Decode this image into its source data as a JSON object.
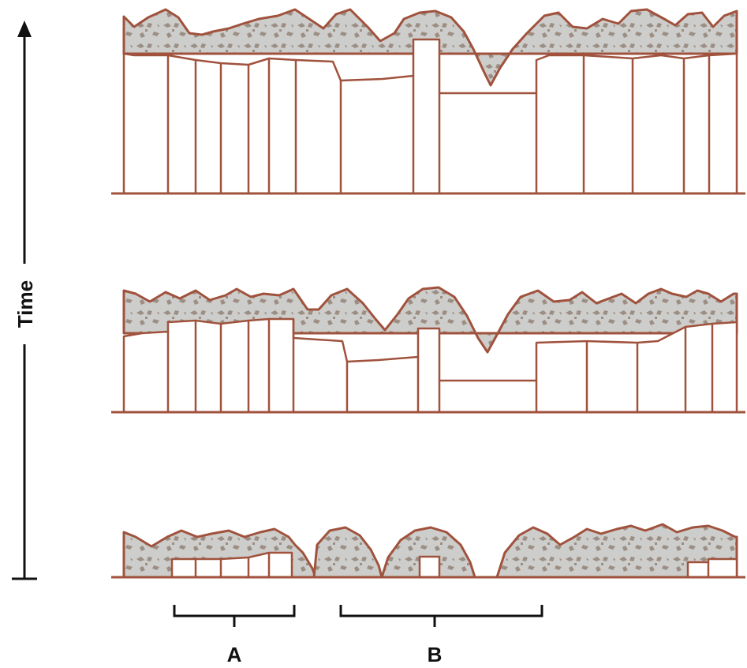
{
  "axis": {
    "label": "Time"
  },
  "brackets": [
    {
      "label": "A"
    },
    {
      "label": "B"
    }
  ],
  "colors": {
    "outline": "#a0523d",
    "crown_fill": "#cdcdcb",
    "crown_texture": "#9c8e83",
    "trunk_fill": "#ffffff",
    "ink": "#111111"
  },
  "icons": {
    "axis_arrow": "arrow-up-icon"
  }
}
